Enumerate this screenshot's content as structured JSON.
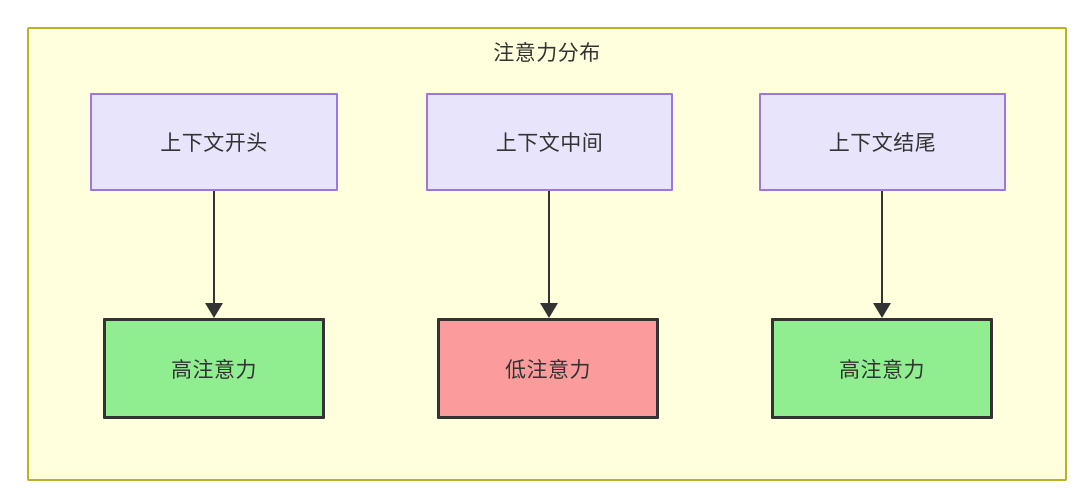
{
  "diagram": {
    "title": "注意力分布",
    "background_color": "#ffffde",
    "border_color": "#bdb125",
    "type": "flowchart",
    "nodes": {
      "context": [
        {
          "id": "ctx-start",
          "label": "上下文开头",
          "fill": "#e8e4fb",
          "stroke": "#9d77e0"
        },
        {
          "id": "ctx-middle",
          "label": "上下文中间",
          "fill": "#e8e4fb",
          "stroke": "#9d77e0"
        },
        {
          "id": "ctx-end",
          "label": "上下文结尾",
          "fill": "#e8e4fb",
          "stroke": "#9d77e0"
        }
      ],
      "attention": [
        {
          "id": "attn-start",
          "label": "高注意力",
          "fill": "#90ee90",
          "stroke": "#333333",
          "level": "high"
        },
        {
          "id": "attn-middle",
          "label": "低注意力",
          "fill": "#fb9b9b",
          "stroke": "#333333",
          "level": "low"
        },
        {
          "id": "attn-end",
          "label": "高注意力",
          "fill": "#90ee90",
          "stroke": "#333333",
          "level": "high"
        }
      ]
    },
    "edges": [
      {
        "from": "上下文开头",
        "to": "高注意力",
        "arrow": "down"
      },
      {
        "from": "上下文中间",
        "to": "低注意力",
        "arrow": "down"
      },
      {
        "from": "上下文结尾",
        "to": "高注意力",
        "arrow": "down"
      }
    ]
  }
}
